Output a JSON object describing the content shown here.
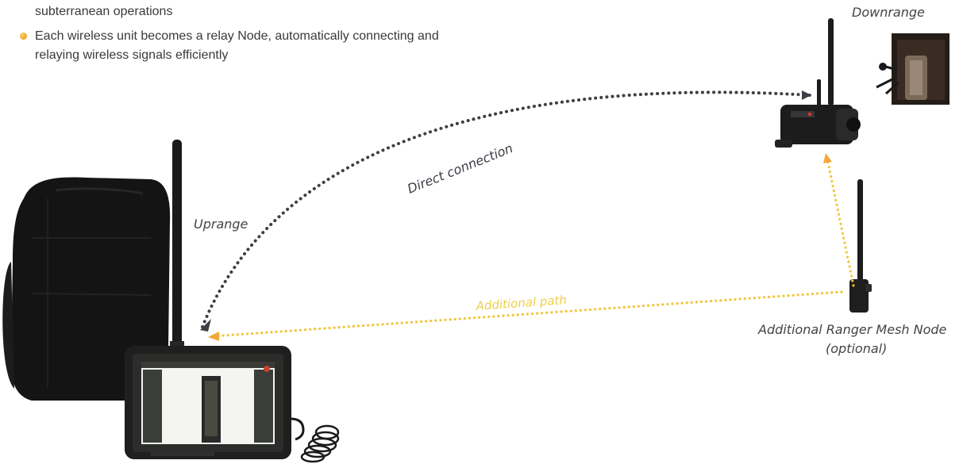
{
  "bullets": {
    "line1_cont": "subterranean operations",
    "item2_line1": "Each wireless unit becomes a relay Node, automatically connecting and",
    "item2_line2": "relaying wireless signals efficiently"
  },
  "labels": {
    "downrange": "Downrange",
    "uprange": "Uprange",
    "direct_connection": "Direct connection",
    "additional_path": "Additional path",
    "mesh_node_line1": "Additional Ranger Mesh Node",
    "mesh_node_line2": "(optional)"
  },
  "colors": {
    "text": "#3a3a3a",
    "direct_path": "#3c3f45",
    "relay_path": "#f2c63a",
    "bullet": "#f0a020"
  },
  "icons": {
    "bullet": "bullet-dot-icon",
    "backpack": "backpack-icon",
    "tablet": "rugged-tablet-icon",
    "radio": "radio-node-icon",
    "camera": "camera-tripod-icon",
    "mesh_node": "mesh-node-icon"
  }
}
